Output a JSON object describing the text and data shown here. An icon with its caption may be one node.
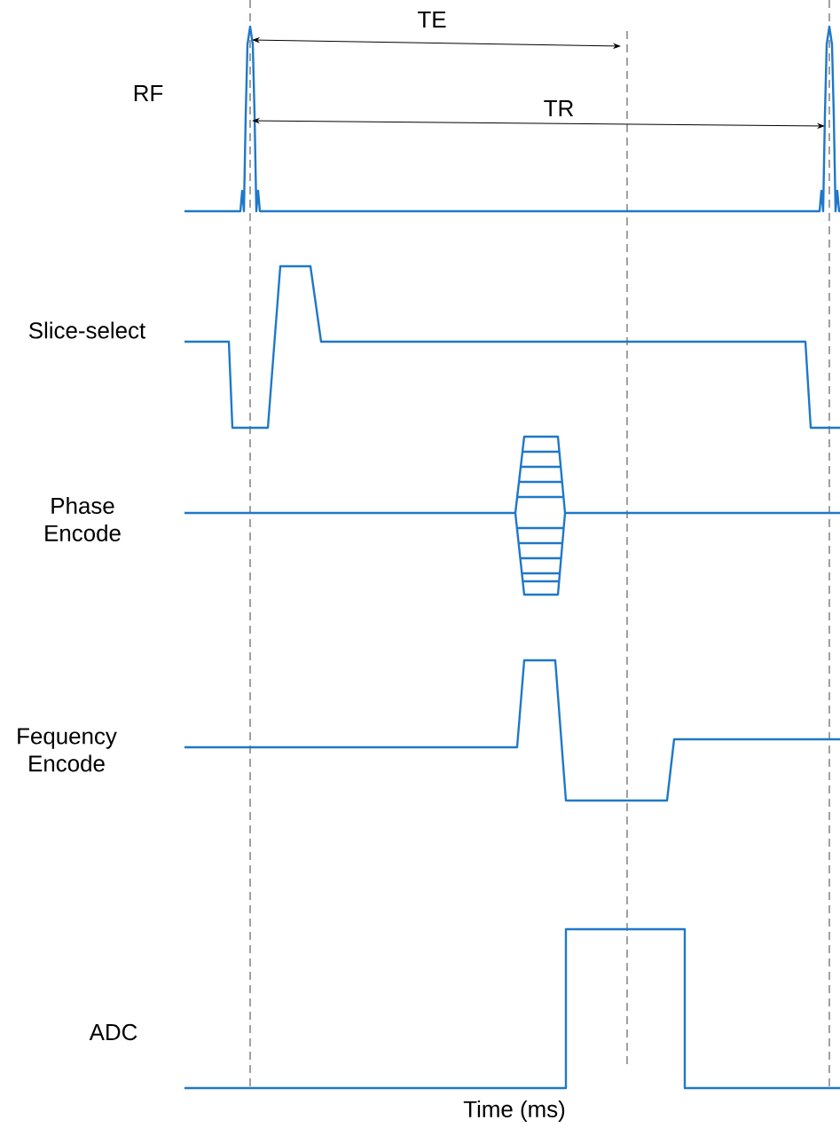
{
  "diagram": {
    "labels": [
      "TE",
      "RF",
      "TR",
      "Slice-select",
      "Phase Encode",
      "Fequency Encode",
      "ADC",
      "Time (ms)"
    ]
  }
}
